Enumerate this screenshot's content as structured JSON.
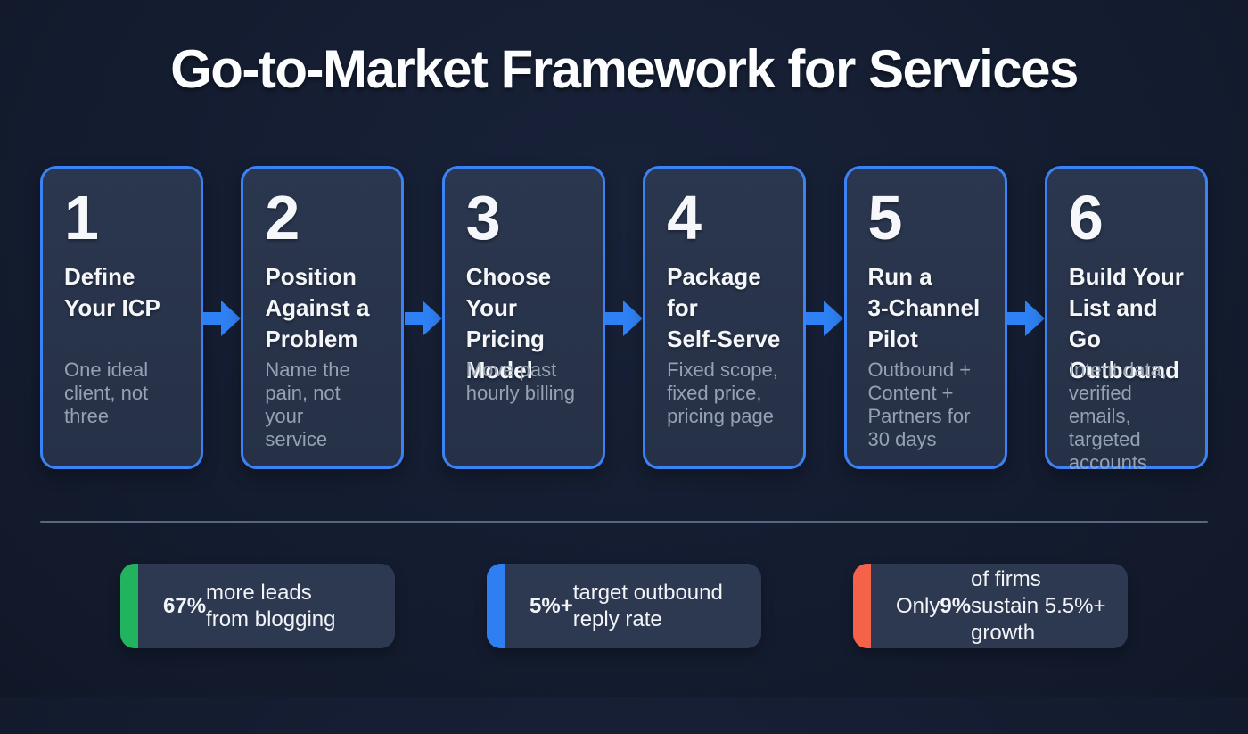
{
  "title": "Go-to-Market Framework for Services",
  "steps": [
    {
      "number": "1",
      "title": "Define\nYour ICP",
      "description": "One ideal\nclient, not\nthree"
    },
    {
      "number": "2",
      "title": "Position\nAgainst a\nProblem",
      "description": "Name the\npain, not your\nservice"
    },
    {
      "number": "3",
      "title": "Choose\nYour Pricing\nModel",
      "description": "Move past\nhourly billing"
    },
    {
      "number": "4",
      "title": "Package for\nSelf-Serve",
      "description": "Fixed scope,\nfixed price,\npricing page"
    },
    {
      "number": "5",
      "title": "Run a\n3-Channel\nPilot",
      "description": "Outbound +\nContent +\nPartners for\n30 days"
    },
    {
      "number": "6",
      "title": "Build Your\nList and Go\nOutbound",
      "description": "Intent data,\nverified emails,\ntargeted\naccounts"
    }
  ],
  "stats": [
    {
      "pre": "",
      "bold": "67%",
      "rest": " more leads\nfrom blogging",
      "accent_color": "#22b35e"
    },
    {
      "pre": "",
      "bold": "5%+",
      "rest": " target outbound\nreply rate",
      "accent_color": "#2f7ff2"
    },
    {
      "pre": "Only ",
      "bold": "9%",
      "rest": " of firms\nsustain 5.5%+ growth",
      "accent_color": "#f4624a"
    }
  ],
  "colors": {
    "background": "#141c30",
    "card_background": "#283349",
    "card_border": "#3b82f6",
    "arrow": "#2e81f4",
    "title_text": "#fcfdfe",
    "description_text": "#97a1b4",
    "divider": "#5a6580",
    "stat_background": "#2d3950",
    "stat_accent_green": "#22b35e",
    "stat_accent_blue": "#2f7ff2",
    "stat_accent_orange": "#f4624a"
  }
}
